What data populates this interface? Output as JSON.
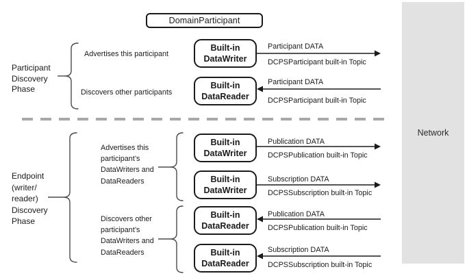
{
  "diagram": {
    "title_box": "DomainParticipant",
    "network_label": "Network",
    "phases": [
      {
        "label": "Participant\nDiscovery\nPhase"
      },
      {
        "label": "Endpoint\n(writer/\nreader)\nDiscovery\nPhase"
      }
    ],
    "group_labels": [
      {
        "text": "Advertises this participant"
      },
      {
        "text": "Discovers other participants"
      },
      {
        "text": "Advertises this\nparticipant’s\nDataWriters and\nDataReaders"
      },
      {
        "text": "Discovers other\nparticipant’s\nDataWriters and\nDataReaders"
      }
    ],
    "rows": [
      {
        "box": "Built-in\nDataWriter",
        "data_label": "Participant DATA",
        "topic_label": "DCPSParticipant built-in Topic",
        "direction": "to-network"
      },
      {
        "box": "Built-in\nDataReader",
        "data_label": "Participant DATA",
        "topic_label": "DCPSParticipant built-in Topic",
        "direction": "from-network"
      },
      {
        "box": "Built-in\nDataWriter",
        "data_label": "Publication DATA",
        "topic_label": "DCPSPublication built-in Topic",
        "direction": "to-network"
      },
      {
        "box": "Built-in\nDataWriter",
        "data_label": "Subscription DATA",
        "topic_label": "DCPSSubscription built-in Topic",
        "direction": "to-network"
      },
      {
        "box": "Built-in\nDataReader",
        "data_label": "Publication DATA",
        "topic_label": "DCPSPublication built-in Topic",
        "direction": "from-network"
      },
      {
        "box": "Built-in\nDataReader",
        "data_label": "Subscription DATA",
        "topic_label": "DCPSSubscription built-in Topic",
        "direction": "from-network"
      }
    ],
    "colors": {
      "box_border": "#1a1a1a",
      "arrow_line": "#1a1a1a",
      "divider": "#a8a8a8",
      "brace": "#4a4a4a",
      "network_fill": "#e2e2e2",
      "background": "#ffffff"
    }
  }
}
